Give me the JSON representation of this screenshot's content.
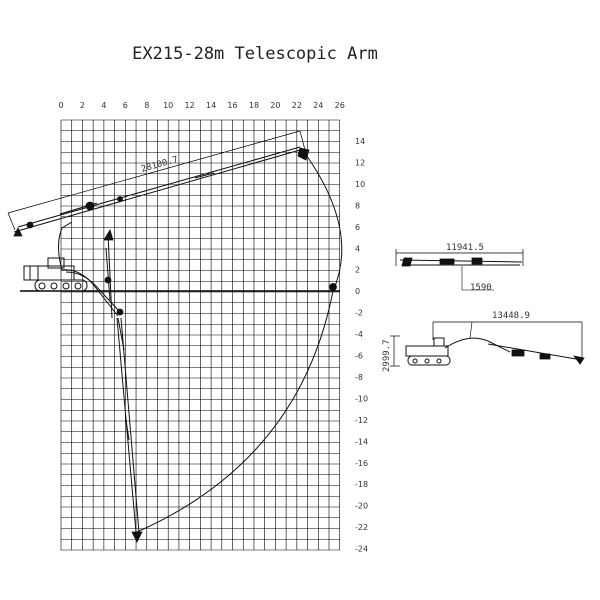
{
  "title": "EX215-28m Telescopic Arm",
  "x_ticks": [
    "0",
    "2",
    "4",
    "6",
    "8",
    "10",
    "12",
    "14",
    "16",
    "18",
    "20",
    "22",
    "24",
    "26"
  ],
  "y_ticks": [
    "14",
    "12",
    "10",
    "8",
    "6",
    "4",
    "2",
    "0",
    "-2",
    "-4",
    "-6",
    "-8",
    "-10",
    "-12",
    "-14",
    "-16",
    "-18",
    "-20",
    "-22",
    "-24"
  ],
  "dimensions": {
    "reach_length": "28100.7",
    "folded_length": "11941.5",
    "folded_height": "1590",
    "transport_length": "13448.9",
    "transport_height": "2999.7"
  }
}
